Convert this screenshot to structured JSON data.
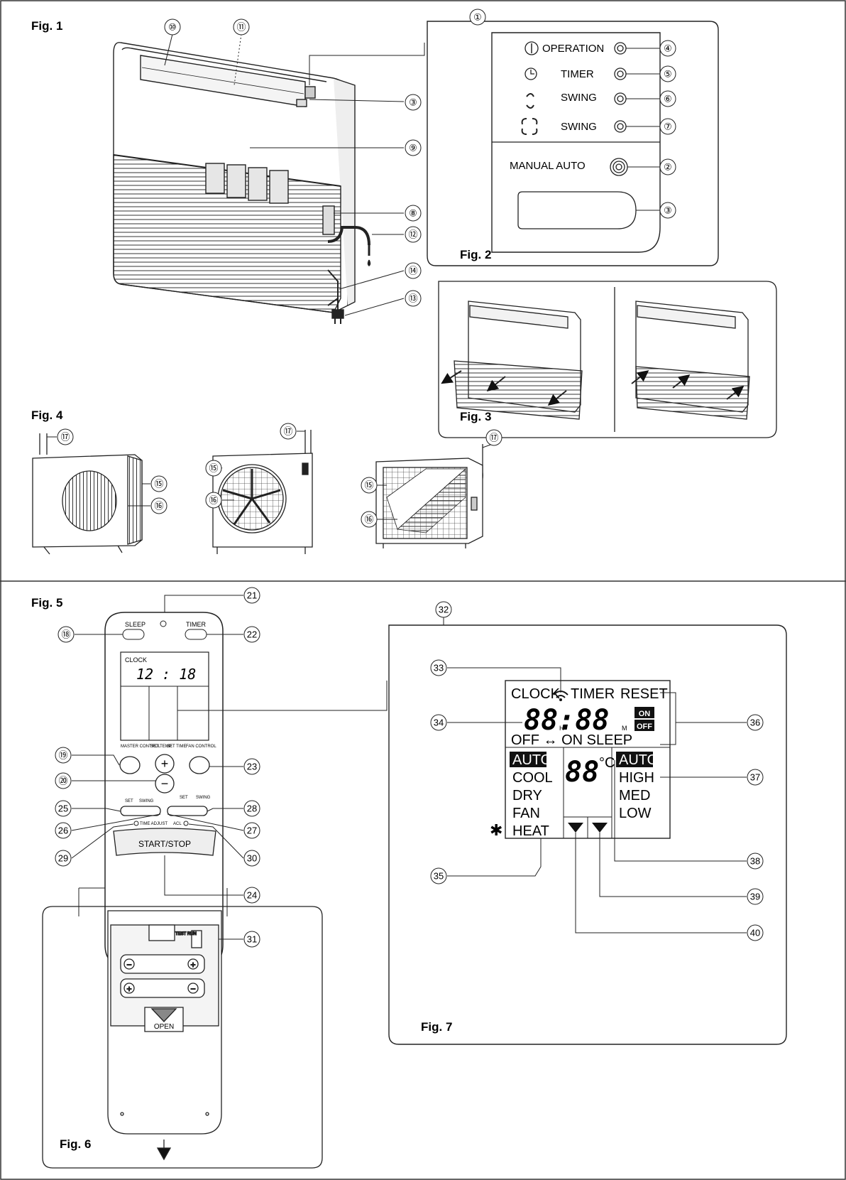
{
  "figures": {
    "fig1": "Fig. 1",
    "fig2": "Fig. 2",
    "fig3": "Fig. 3",
    "fig4": "Fig. 4",
    "fig5": "Fig. 5",
    "fig6": "Fig. 6",
    "fig7": "Fig. 7"
  },
  "callouts": {
    "n1": "①",
    "n2": "②",
    "n3": "③",
    "n4": "④",
    "n5": "⑤",
    "n6": "⑥",
    "n7": "⑦",
    "n8": "⑧",
    "n9": "⑨",
    "n10": "⑩",
    "n11": "⑪",
    "n12": "⑫",
    "n13": "⑬",
    "n14": "⑭",
    "n15": "⑮",
    "n16": "⑯",
    "n17": "⑰",
    "n18": "⑱",
    "n19": "⑲",
    "n20": "⑳",
    "n21": "21",
    "n22": "22",
    "n23": "23",
    "n24": "24",
    "n25": "25",
    "n26": "26",
    "n27": "27",
    "n28": "28",
    "n29": "29",
    "n30": "30",
    "n31": "31",
    "n32": "32",
    "n33": "33",
    "n34": "34",
    "n35": "35",
    "n36": "36",
    "n37": "37",
    "n38": "38",
    "n39": "39",
    "n40": "40"
  },
  "panel": {
    "operation": "OPERATION",
    "timer": "TIMER",
    "swing_v": "SWING",
    "swing_h": "SWING",
    "manual_auto": "MANUAL AUTO"
  },
  "remote": {
    "sleep": "SLEEP",
    "timer": "TIMER",
    "clock": "CLOCK",
    "time": "12 : 18",
    "master_control": "MASTER CONTROL",
    "set_temp": "SET TEMP.",
    "set_time": "SET TIME",
    "fan_control": "FAN CONTROL",
    "plus": "+",
    "minus": "−",
    "set_left": "SET",
    "swing_left": "SWING",
    "set_right": "SET",
    "swing_right": "SWING",
    "time_adjust": "TIME ADJUST",
    "acl": "ACL",
    "start_stop": "START/STOP",
    "test_run": "TEST RUN",
    "open": "OPEN"
  },
  "lcd": {
    "clock": "CLOCK",
    "timer": "TIMER",
    "reset": "RESET",
    "big_time": "88:88",
    "h": "H",
    "m": "M",
    "on": "ON",
    "off": "OFF",
    "off_on_sleep": "OFF ↔ ON SLEEP",
    "modes": [
      "AUTO",
      "COOL",
      "DRY",
      "FAN",
      "HEAT"
    ],
    "temp": "88",
    "deg": "°C",
    "fans": [
      "AUTO",
      "HIGH",
      "MED",
      "LOW"
    ],
    "asterisk": "✱"
  }
}
